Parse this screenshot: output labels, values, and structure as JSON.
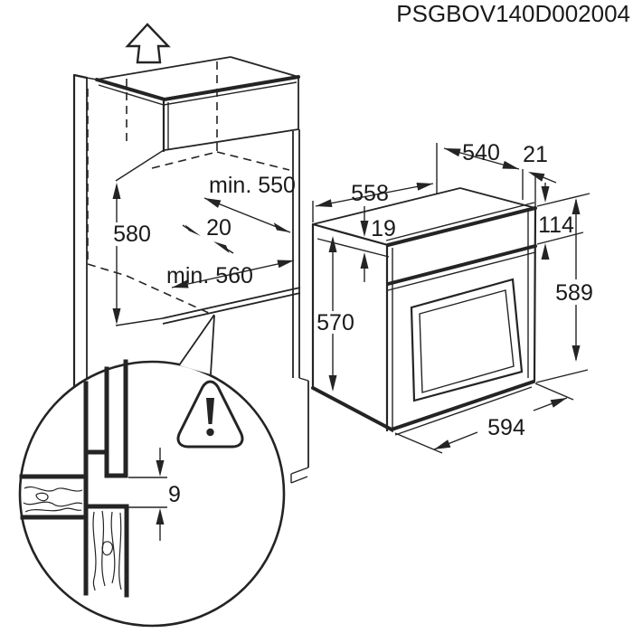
{
  "title_code": "PSGBOV140D002004",
  "cabinet_dims": {
    "niche_height": "580",
    "niche_depth_min": "min. 550",
    "shelf_gap": "20",
    "niche_width_min": "min. 560"
  },
  "oven_dims": {
    "top_depth": "540",
    "rear_offset": "21",
    "top_width": "558",
    "trim_height": "19",
    "panel_height": "114",
    "total_height": "589",
    "body_height": "570",
    "front_width": "594"
  },
  "detail_view": {
    "clearance_gap": "9"
  },
  "colors": {
    "line": "#242424",
    "background": "#ffffff"
  }
}
